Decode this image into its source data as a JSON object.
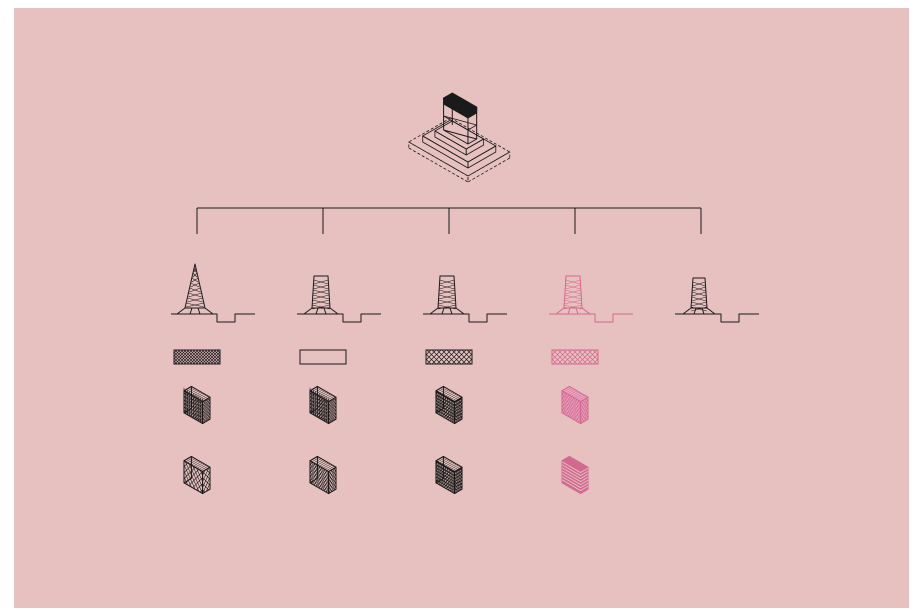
{
  "diagram": {
    "background_color": "#e6c1bf",
    "ink_color": "#1a1a1a",
    "highlight_color": "#d2698f",
    "highlight_fill": "#eaa6c0",
    "root": {
      "name": "base-building-isometric",
      "icon": "isometric-building-on-stepped-plinth"
    },
    "branches": [
      {
        "id": "variant-1",
        "highlighted": false,
        "section": "tapered-spire-lattice-tower",
        "plan_pattern": "dense-cross-lattice",
        "axo_1": "tight-diagrid-volume",
        "axo_2": "open-hexagonal-cells"
      },
      {
        "id": "variant-2",
        "highlighted": false,
        "section": "straight-lattice-tower",
        "plan_pattern": "open-outline",
        "axo_1": "perimeter-frame-volume",
        "axo_2": "fine-hexagonal-mesh"
      },
      {
        "id": "variant-3",
        "highlighted": false,
        "section": "straight-lattice-tower",
        "plan_pattern": "diamond-lattice",
        "axo_1": "striped-diagrid-volume",
        "axo_2": "dense-striped-volume"
      },
      {
        "id": "variant-4",
        "highlighted": true,
        "section": "straight-lattice-tower",
        "plan_pattern": "diamond-lattice",
        "axo_1": "open-diagrid-volume",
        "axo_2": "solid-stacked-floor-volume"
      },
      {
        "id": "variant-5",
        "highlighted": false,
        "section": "short-lattice-tower",
        "plan_pattern": "none",
        "axo_1": "none",
        "axo_2": "none"
      }
    ]
  }
}
